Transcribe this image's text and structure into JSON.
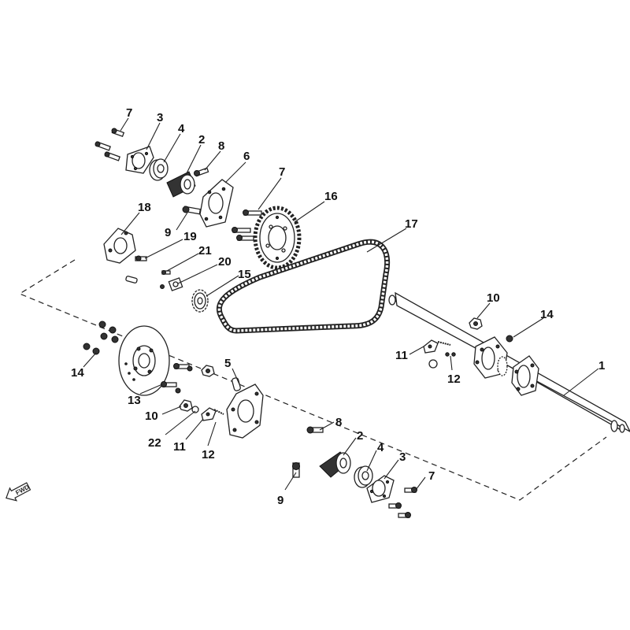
{
  "diagram": {
    "fwd_label": "FWD",
    "callouts": [
      {
        "id": "c7a",
        "text": "7"
      },
      {
        "id": "c3a",
        "text": "3"
      },
      {
        "id": "c4a",
        "text": "4"
      },
      {
        "id": "c2a",
        "text": "2"
      },
      {
        "id": "c8a",
        "text": "8"
      },
      {
        "id": "c6",
        "text": "6"
      },
      {
        "id": "c7b",
        "text": "7"
      },
      {
        "id": "c16",
        "text": "16"
      },
      {
        "id": "c17",
        "text": "17"
      },
      {
        "id": "c18",
        "text": "18"
      },
      {
        "id": "c9a",
        "text": "9"
      },
      {
        "id": "c19",
        "text": "19"
      },
      {
        "id": "c21",
        "text": "21"
      },
      {
        "id": "c20",
        "text": "20"
      },
      {
        "id": "c15",
        "text": "15"
      },
      {
        "id": "c10a",
        "text": "10"
      },
      {
        "id": "c14a",
        "text": "14"
      },
      {
        "id": "c1",
        "text": "1"
      },
      {
        "id": "c11a",
        "text": "11"
      },
      {
        "id": "c12a",
        "text": "12"
      },
      {
        "id": "c14b",
        "text": "14"
      },
      {
        "id": "c5",
        "text": "5"
      },
      {
        "id": "c13",
        "text": "13"
      },
      {
        "id": "c10b",
        "text": "10"
      },
      {
        "id": "c22",
        "text": "22"
      },
      {
        "id": "c11b",
        "text": "11"
      },
      {
        "id": "c12b",
        "text": "12"
      },
      {
        "id": "c8b",
        "text": "8"
      },
      {
        "id": "c2b",
        "text": "2"
      },
      {
        "id": "c4b",
        "text": "4"
      },
      {
        "id": "c3b",
        "text": "3"
      },
      {
        "id": "c7c",
        "text": "7"
      },
      {
        "id": "c9b",
        "text": "9"
      }
    ]
  }
}
